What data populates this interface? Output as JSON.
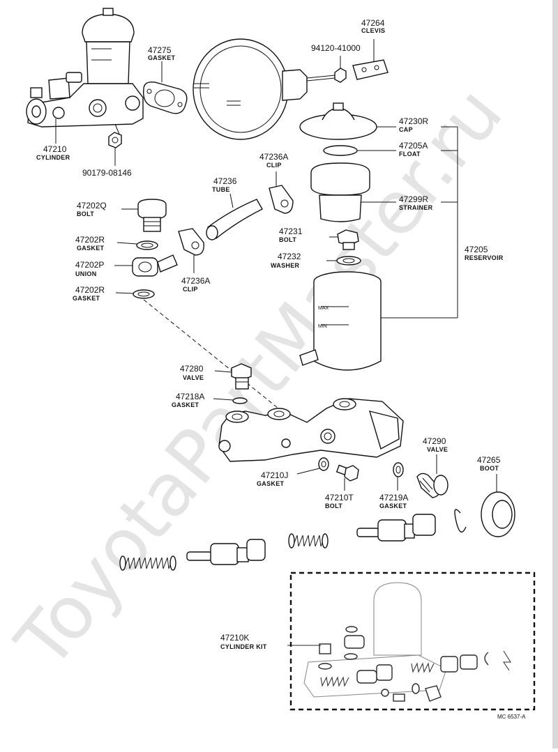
{
  "watermark": "ToyotaPartMaster.ru",
  "figure_code": "MC  6537-A",
  "callouts": [
    {
      "key": "cylinder",
      "number": "47210",
      "name": "CYLINDER"
    },
    {
      "key": "nut",
      "number": "90179-08146",
      "name": ""
    },
    {
      "key": "gasket_47275",
      "number": "47275",
      "name": "GASKET"
    },
    {
      "key": "bolt_941",
      "number": "94120-41000",
      "name": ""
    },
    {
      "key": "clevis",
      "number": "47264",
      "name": "CLEVIS"
    },
    {
      "key": "cap",
      "number": "47230R",
      "name": "CAP"
    },
    {
      "key": "float",
      "number": "47205A",
      "name": "FLOAT"
    },
    {
      "key": "clip_a_top",
      "number": "47236A",
      "name": "CLIP"
    },
    {
      "key": "tube",
      "number": "47236",
      "name": "TUBE"
    },
    {
      "key": "strainer",
      "number": "47299R",
      "name": "STRAINER"
    },
    {
      "key": "bolt_47202q",
      "number": "47202Q",
      "name": "BOLT"
    },
    {
      "key": "bolt_47231",
      "number": "47231",
      "name": "BOLT"
    },
    {
      "key": "gasket_r1",
      "number": "47202R",
      "name": "GASKET"
    },
    {
      "key": "washer",
      "number": "47232",
      "name": "WASHER"
    },
    {
      "key": "reservoir",
      "number": "47205",
      "name": "RESERVOIR"
    },
    {
      "key": "union",
      "number": "47202P",
      "name": "UNION"
    },
    {
      "key": "clip_a_bottom",
      "number": "47236A",
      "name": "CLIP"
    },
    {
      "key": "gasket_r2",
      "number": "47202R",
      "name": "GASKET"
    },
    {
      "key": "valve_47280",
      "number": "47280",
      "name": "VALVE"
    },
    {
      "key": "gasket_47218a",
      "number": "47218A",
      "name": "GASKET"
    },
    {
      "key": "valve_47290",
      "number": "47290",
      "name": "VALVE"
    },
    {
      "key": "boot",
      "number": "47265",
      "name": "BOOT"
    },
    {
      "key": "gasket_47210j",
      "number": "47210J",
      "name": "GASKET"
    },
    {
      "key": "bolt_47210t",
      "number": "47210T",
      "name": "BOLT"
    },
    {
      "key": "gasket_47219a",
      "number": "47219A",
      "name": "GASKET"
    },
    {
      "key": "kit",
      "number": "47210K",
      "name": "CYLINDER KIT"
    }
  ],
  "reservoir_marks": {
    "max": "MAX",
    "min": "MIN"
  }
}
